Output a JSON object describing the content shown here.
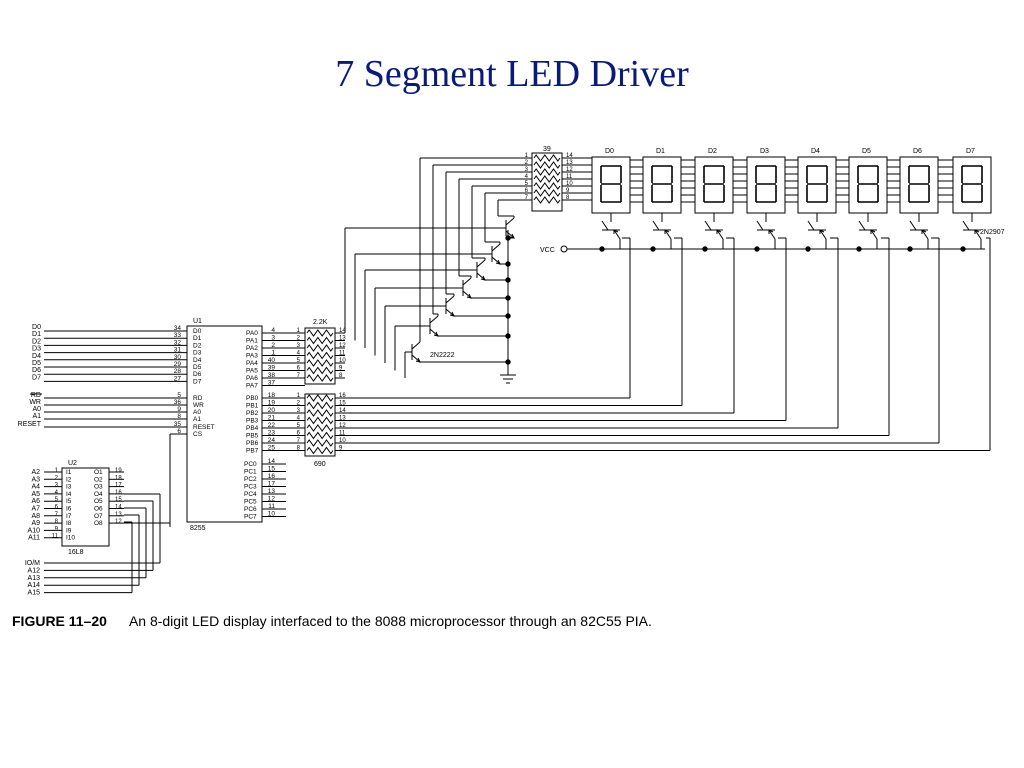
{
  "title": "7 Segment LED Driver",
  "caption": {
    "figure": "FIGURE 11–20",
    "text": "An 8-digit LED display interfaced to the 8088 microprocessor through an 82C55 PIA."
  },
  "u1": {
    "ref": "U1",
    "part": "8255"
  },
  "u2": {
    "ref": "U2",
    "part": "16L8"
  },
  "resistor_labels": {
    "digit": "39",
    "seg": "2.2K",
    "pb": "690"
  },
  "transistors": {
    "npn": "2N2222",
    "pnp": "2N2907"
  },
  "vcc": "VCC",
  "bus_signals": [
    "D0",
    "D1",
    "D2",
    "D3",
    "D4",
    "D5",
    "D6",
    "D7"
  ],
  "bus_pins": [
    "34",
    "33",
    "32",
    "31",
    "30",
    "29",
    "28",
    "27"
  ],
  "bus_pin_names": [
    "D0",
    "D1",
    "D2",
    "D3",
    "D4",
    "D5",
    "D6",
    "D7"
  ],
  "ctrl_signals": [
    "RD",
    "WR",
    "A0",
    "A1",
    "RESET"
  ],
  "ctrl_pins": [
    "5",
    "36",
    "9",
    "8",
    "35",
    "6"
  ],
  "ctrl_pin_names": [
    "RD",
    "WR",
    "A0",
    "A1",
    "RESET",
    "CS"
  ],
  "pa_names": [
    "PA0",
    "PA1",
    "PA2",
    "PA3",
    "PA4",
    "PA5",
    "PA6",
    "PA7"
  ],
  "pa_pins": [
    "4",
    "3",
    "2",
    "1",
    "40",
    "39",
    "38",
    "37"
  ],
  "pb_names": [
    "PB0",
    "PB1",
    "PB2",
    "PB3",
    "PB4",
    "PB5",
    "PB6",
    "PB7"
  ],
  "pb_pins": [
    "18",
    "19",
    "20",
    "21",
    "22",
    "23",
    "24",
    "25"
  ],
  "pc_names": [
    "PC0",
    "PC1",
    "PC2",
    "PC3",
    "PC4",
    "PC5",
    "PC6",
    "PC7"
  ],
  "pc_pins": [
    "14",
    "15",
    "16",
    "17",
    "13",
    "12",
    "11",
    "10"
  ],
  "rpack_left_pins": [
    "1",
    "2",
    "3",
    "4",
    "5",
    "6",
    "7"
  ],
  "rpack_right_pins": [
    "14",
    "13",
    "12",
    "11",
    "10",
    "9",
    "8"
  ],
  "rpack_left_pins8": [
    "1",
    "2",
    "3",
    "4",
    "5",
    "6",
    "7",
    "8"
  ],
  "rpack_right_pins8": [
    "16",
    "15",
    "14",
    "13",
    "12",
    "11",
    "10",
    "9"
  ],
  "digits": [
    "D0",
    "D1",
    "D2",
    "D3",
    "D4",
    "D5",
    "D6",
    "D7"
  ],
  "pld_signals": [
    "A2",
    "A3",
    "A4",
    "A5",
    "A6",
    "A7",
    "A8",
    "A9",
    "A10",
    "A11"
  ],
  "pld_in_pins": [
    "1",
    "2",
    "3",
    "4",
    "5",
    "6",
    "7",
    "8",
    "9",
    "11"
  ],
  "pld_in_names": [
    "I1",
    "I2",
    "I3",
    "I4",
    "I5",
    "I6",
    "I7",
    "I8",
    "I9",
    "I10"
  ],
  "pld_out_names": [
    "O1",
    "O2",
    "O3",
    "O4",
    "O5",
    "O6",
    "O7",
    "O8"
  ],
  "pld_out_pins": [
    "19",
    "18",
    "17",
    "16",
    "15",
    "14",
    "13",
    "12"
  ],
  "pld_extra_signals": [
    "IO/M",
    "A12",
    "A13",
    "A14",
    "A15"
  ]
}
